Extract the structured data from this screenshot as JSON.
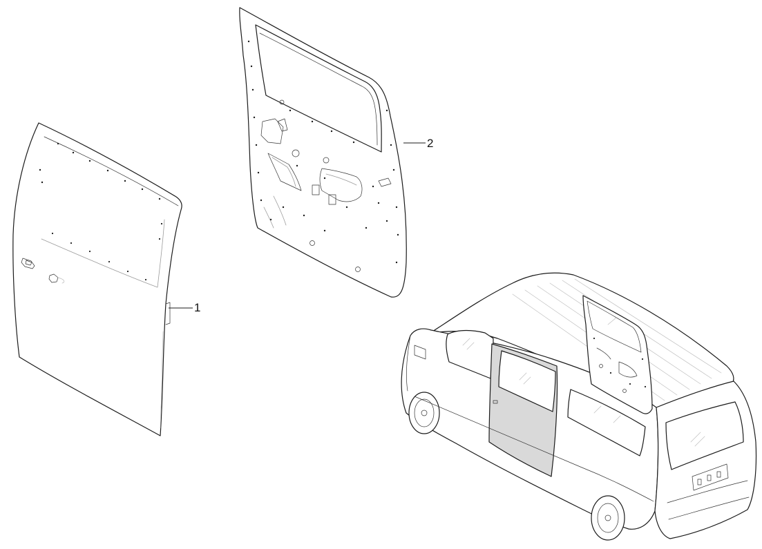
{
  "callouts": [
    {
      "id": "1",
      "label": "1"
    },
    {
      "id": "2",
      "label": "2"
    }
  ],
  "colors": {
    "line": "#1a1a1a",
    "light_line": "#9a9a9a",
    "highlight_fill": "#d9d9d9",
    "background": "#ffffff"
  }
}
